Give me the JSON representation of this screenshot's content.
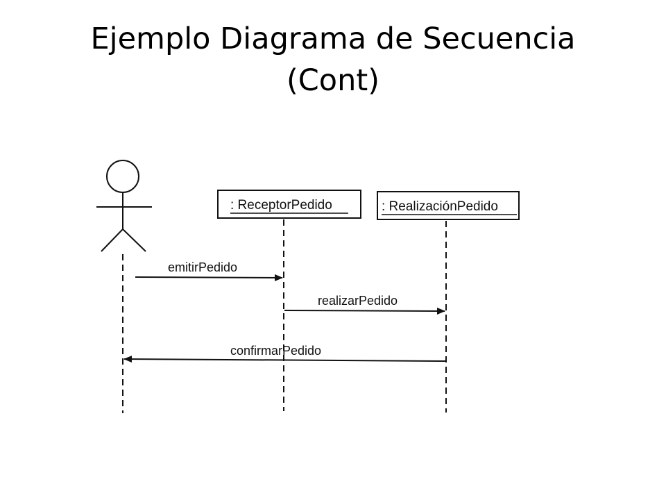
{
  "title": {
    "line1": "Ejemplo Diagrama de Secuencia",
    "line2": "(Cont)"
  },
  "diagram": {
    "type": "sequence",
    "participants": [
      {
        "kind": "actor",
        "label": ""
      },
      {
        "kind": "object",
        "label": ": ReceptorPedido"
      },
      {
        "kind": "object",
        "label": ": RealizaciónPedido"
      }
    ],
    "messages": [
      {
        "from": 0,
        "to": 1,
        "label": "emitirPedido"
      },
      {
        "from": 1,
        "to": 2,
        "label": "realizarPedido"
      },
      {
        "from": 2,
        "to": 0,
        "label": "confirmarPedido"
      }
    ]
  },
  "colors": {
    "ink": "#111111",
    "background": "#ffffff"
  }
}
